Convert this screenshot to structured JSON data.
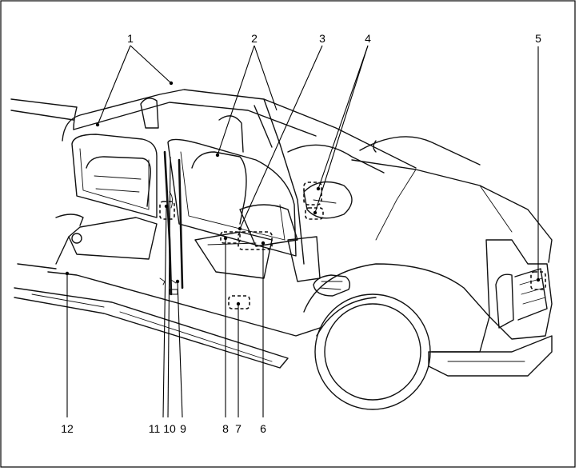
{
  "diagram": {
    "callouts": [
      {
        "id": "1",
        "label": "1"
      },
      {
        "id": "2",
        "label": "2"
      },
      {
        "id": "3",
        "label": "3"
      },
      {
        "id": "4",
        "label": "4"
      },
      {
        "id": "5",
        "label": "5"
      },
      {
        "id": "12",
        "label": "12"
      },
      {
        "id": "11",
        "label": "11"
      },
      {
        "id": "10",
        "label": "10"
      },
      {
        "id": "9",
        "label": "9"
      },
      {
        "id": "8",
        "label": "8"
      },
      {
        "id": "7",
        "label": "7"
      },
      {
        "id": "6",
        "label": "6"
      }
    ]
  }
}
